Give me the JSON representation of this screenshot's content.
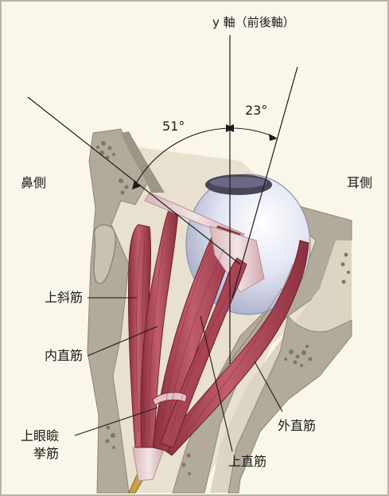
{
  "axis_label": "y 軸（前後軸）",
  "angle_nasal": "51°",
  "angle_temporal": "23°",
  "side_nasal": "鼻側",
  "side_temporal": "耳側",
  "muscles": {
    "superior_oblique": "上斜筋",
    "medial_rectus": "内直筋",
    "levator_line1": "上眼瞼",
    "levator_line2": "挙筋",
    "lateral_rectus": "外直筋",
    "superior_rectus": "上直筋"
  },
  "colors": {
    "background": "#fbf6ea",
    "bone": "#b2aa9a",
    "fat": "#e8e0cf",
    "muscle": "#b44f5f",
    "muscle_dark": "#8a2e3e",
    "eyeball": "#dfe2f1",
    "nerve": "#c9a14a"
  }
}
